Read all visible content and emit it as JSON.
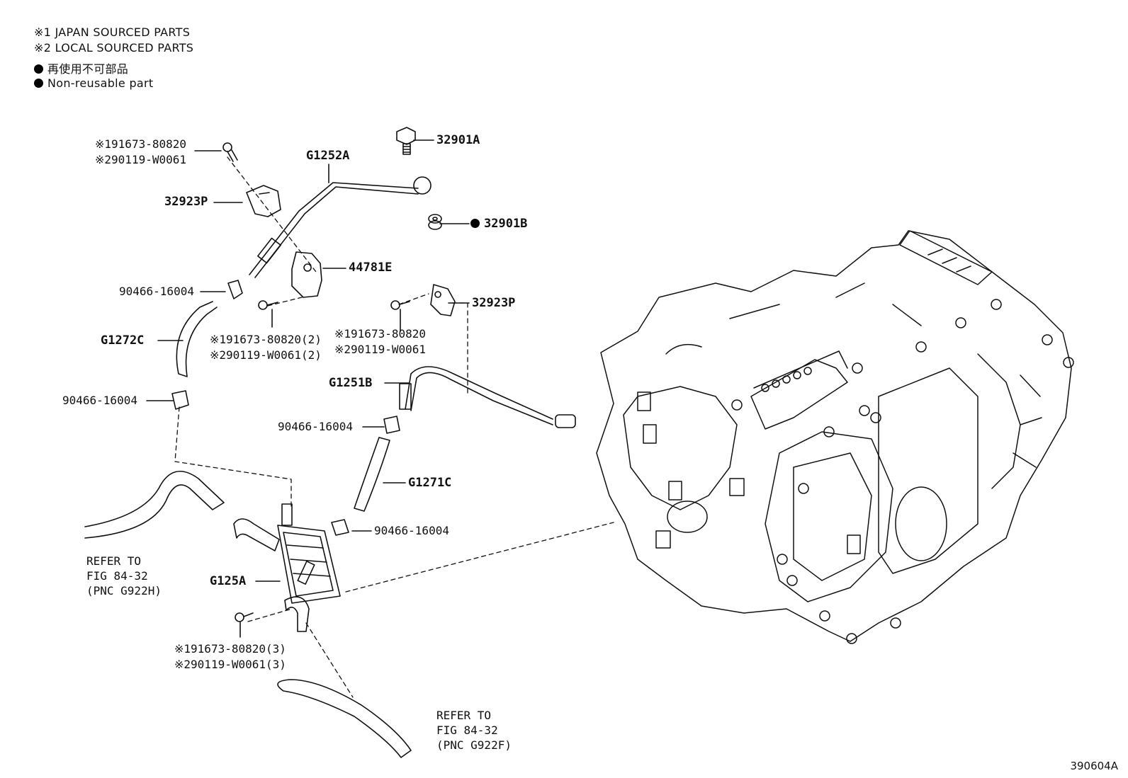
{
  "legend": {
    "line1": "※1 JAPAN SOURCED PARTS",
    "line2": "※2 LOCAL SOURCED PARTS",
    "line3": "再使用不可部品",
    "line4": "Non-reusable part"
  },
  "labels": {
    "p32901A": "32901A",
    "p32901B": "32901B",
    "g1252a": "G1252A",
    "p32923p_left": "32923P",
    "p44781e": "44781E",
    "p32923p_right": "32923P",
    "g1272c": "G1272C",
    "g1251b": "G1251B",
    "g1271c": "G1271C",
    "g125a": "G125A",
    "clip_1": "90466-16004",
    "clip_2": "90466-16004",
    "clip_3": "90466-16004",
    "clip_4": "90466-16004",
    "bolt_top_1": "※191673-80820",
    "bolt_top_2": "※290119-W0061",
    "bolt_mid_1": "※191673-80820(2)",
    "bolt_mid_2": "※290119-W0061(2)",
    "bolt_right_1": "※191673-80820",
    "bolt_right_2": "※290119-W0061",
    "bolt_bottom_1": "※191673-80820(3)",
    "bolt_bottom_2": "※290119-W0061(3)"
  },
  "refer_upper": {
    "line1": "REFER TO",
    "line2": "FIG 84-32",
    "line3": "(PNC G922H)"
  },
  "refer_lower": {
    "line1": "REFER TO",
    "line2": "FIG 84-32",
    "line3": "(PNC G922F)"
  },
  "figure_number": "390604A"
}
